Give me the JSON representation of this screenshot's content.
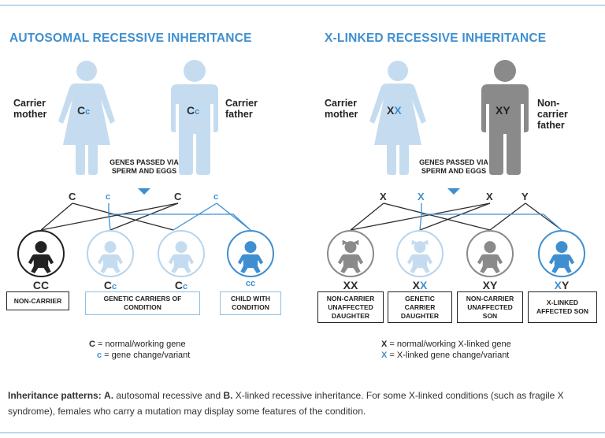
{
  "titles": {
    "left": "AUTOSOMAL RECESSIVE INHERITANCE",
    "right": "X-LINKED RECESSIVE INHERITANCE"
  },
  "left": {
    "mother_label": "Carrier mother",
    "father_label": "Carrier father",
    "mother_genotype_upper": "C",
    "mother_genotype_lower": "c",
    "father_genotype_upper": "C",
    "father_genotype_lower": "c",
    "genes_passed": "GENES PASSED VIA SPERM AND EGGS",
    "alleles": [
      "C",
      "c",
      "c",
      "C"
    ],
    "children": [
      {
        "genotype_a": "C",
        "genotype_b": "C",
        "label": "NON-CARRIER"
      },
      {
        "genotype_a": "C",
        "genotype_b": "c"
      },
      {
        "genotype_a": "C",
        "genotype_b": "c"
      },
      {
        "genotype_a": "c",
        "genotype_b": "c",
        "label": "CHILD WITH CONDITION"
      }
    ],
    "carriers_label": "GENETIC CARRIERS OF CONDITION",
    "key_1_symbol": "C",
    "key_1_text": " = normal/working gene",
    "key_2_symbol": "c",
    "key_2_text": " = gene change/variant"
  },
  "right": {
    "mother_label": "Carrier mother",
    "father_label": "Non-carrier father",
    "mother_genotype_a": "X",
    "mother_genotype_b": "X",
    "father_genotype": "XY",
    "genes_passed": "GENES PASSED VIA SPERM AND EGGS",
    "alleles": [
      "X",
      "X",
      "X",
      "Y"
    ],
    "children": [
      {
        "genotype_a": "X",
        "genotype_b": "X",
        "label": "NON-CARRIER UNAFFECTED DAUGHTER"
      },
      {
        "genotype_a": "X",
        "genotype_b": "X",
        "label": "GENETIC CARRIER DAUGHTER"
      },
      {
        "genotype_a": "X",
        "genotype_b": "Y",
        "label": "NON-CARRIER UNAFFECTED SON"
      },
      {
        "genotype_a": "X",
        "genotype_b": "Y",
        "label": "X-LINKED AFFECTED SON"
      }
    ],
    "key_1_symbol": "X",
    "key_1_text": " = normal/working X-linked gene",
    "key_2_symbol": "X",
    "key_2_text": " = X-linked gene change/variant"
  },
  "caption": {
    "lead": "Inheritance patterns:",
    "a": "A.",
    "a_text": " autosomal recessive and ",
    "b": "B.",
    "b_text": " X-linked recessive inheritance. For some X-linked conditions (such as fragile X syndrome), females who carry a mutation may display some features of the condition."
  },
  "colors": {
    "accent_blue": "#3f8fd0",
    "light_blue": "#c5dcf0",
    "dark_gray": "#2d2d2d",
    "mid_gray": "#8a8a8a"
  }
}
